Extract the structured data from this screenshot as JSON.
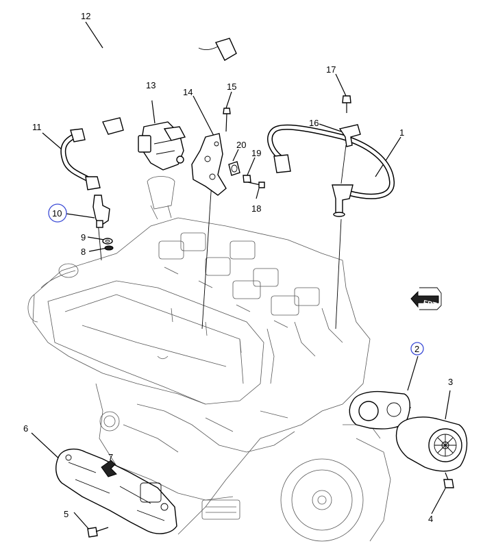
{
  "diagram": {
    "callouts": [
      {
        "id": "c1",
        "text": "1",
        "highlighted": false
      },
      {
        "id": "c2",
        "text": "2",
        "highlighted": true
      },
      {
        "id": "c3",
        "text": "3",
        "highlighted": false
      },
      {
        "id": "c4",
        "text": "4",
        "highlighted": false
      },
      {
        "id": "c5",
        "text": "5",
        "highlighted": false
      },
      {
        "id": "c6",
        "text": "6",
        "highlighted": false
      },
      {
        "id": "c7",
        "text": "7",
        "highlighted": false
      },
      {
        "id": "c8",
        "text": "8",
        "highlighted": false
      },
      {
        "id": "c9",
        "text": "9",
        "highlighted": false
      },
      {
        "id": "c10",
        "text": "10",
        "highlighted": true
      },
      {
        "id": "c11",
        "text": "11",
        "highlighted": false
      },
      {
        "id": "c12",
        "text": "12",
        "highlighted": false
      },
      {
        "id": "c13",
        "text": "13",
        "highlighted": false
      },
      {
        "id": "c14",
        "text": "14",
        "highlighted": false
      },
      {
        "id": "c15",
        "text": "15",
        "highlighted": false
      },
      {
        "id": "c16",
        "text": "16",
        "highlighted": false
      },
      {
        "id": "c17",
        "text": "17",
        "highlighted": false
      },
      {
        "id": "c18",
        "text": "18",
        "highlighted": false
      },
      {
        "id": "c19",
        "text": "19",
        "highlighted": false
      },
      {
        "id": "c20",
        "text": "20",
        "highlighted": false
      }
    ],
    "front_indicator": "FRT",
    "colors": {
      "line": "#000000",
      "highlight_ring": "#3b4bd6",
      "engine_line": "#555555"
    }
  }
}
